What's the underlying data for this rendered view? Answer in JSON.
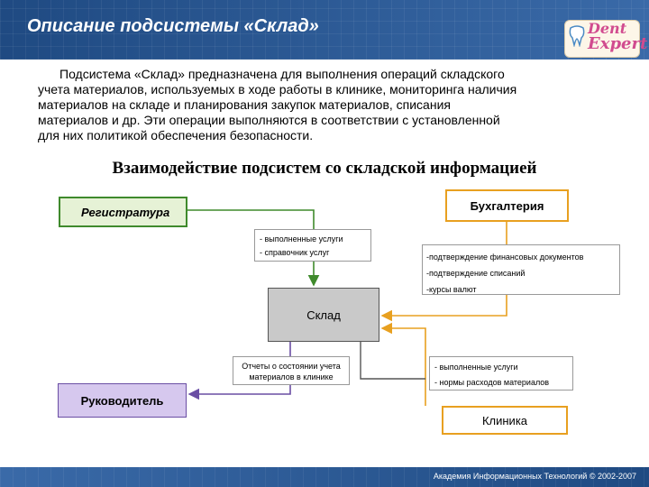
{
  "slide": {
    "title": "Описание подсистемы «Склад»",
    "intro_lines": [
      "Подсистема «Склад» предназначена для выполнения операций складского",
      "учета материалов, используемых в ходе работы в клинике, мониторинга наличия",
      "материалов на складе и планирования закупок материалов, списания",
      "материалов и др. Эти операции выполняются в соответствии с установленной",
      "для них политикой обеспечения безопасности."
    ],
    "diagram_title": "Взаимодействие подсистем со складской информацией",
    "footer": "Академия Информационных Технологий © 2002-2007"
  },
  "logo": {
    "line1": "Dent",
    "line2": "Expert"
  },
  "nodes": {
    "registry": "Регистратура",
    "accounting": "Бухгалтерия",
    "warehouse": "Склад",
    "director": "Руководитель",
    "clinic": "Клиника"
  },
  "edge_labels": {
    "registry": [
      "- выполненные услуги",
      "- справочник услуг"
    ],
    "accounting": [
      "-подтверждение финансовых документов",
      "-подтверждение списаний",
      "-курсы валют"
    ],
    "director": "Отчеты о состоянии учета материалов в клинике",
    "clinic": [
      "- выполненные услуги",
      "- нормы расходов материалов"
    ]
  },
  "colors": {
    "header": "#2f5a93",
    "green": "#3f8a2c",
    "orange": "#e8a020",
    "purple": "#6a4ea4",
    "gray": "#555555"
  }
}
